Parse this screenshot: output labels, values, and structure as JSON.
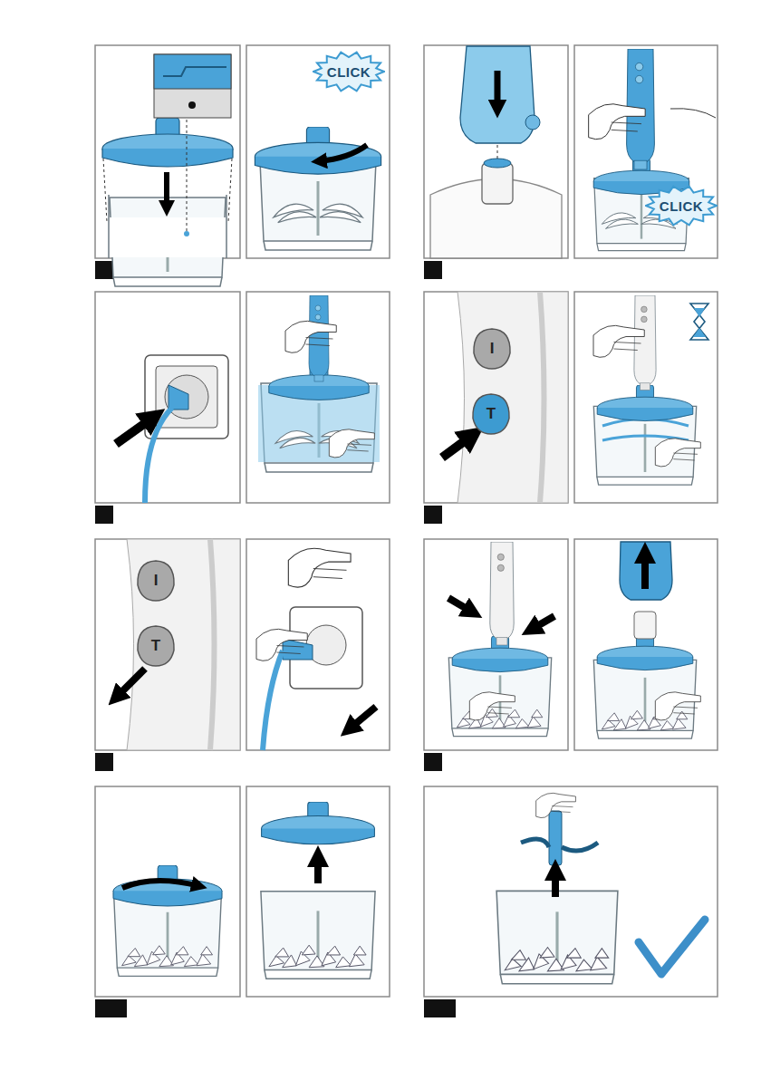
{
  "diagram": {
    "nodes": [
      {
        "text": [
          "CLICK"
        ]
      },
      {
        "text": [
          "CLICK"
        ]
      },
      {
        "text": [
          "I"
        ]
      },
      {
        "text": [
          "T"
        ]
      },
      {
        "text": [
          "I"
        ]
      },
      {
        "text": [
          "T"
        ]
      }
    ]
  }
}
